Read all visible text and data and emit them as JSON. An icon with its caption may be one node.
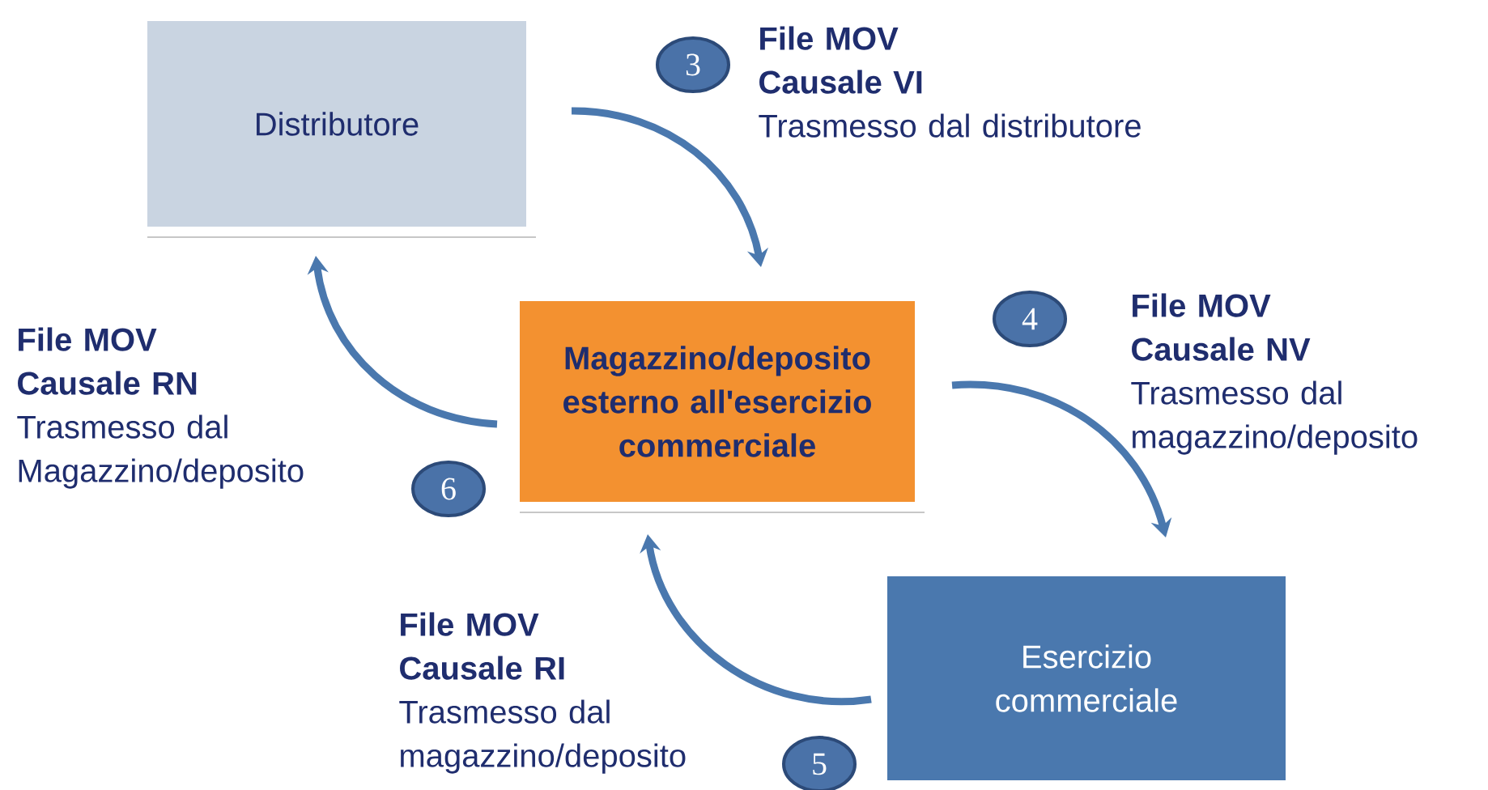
{
  "diagram": {
    "nodes": [
      {
        "text": [
          "Distributore"
        ]
      },
      {
        "text": [
          "Magazzino/deposito esterno all'esercizio commerciale"
        ]
      },
      {
        "text": [
          "Esercizio commerciale"
        ]
      },
      {
        "text": [
          "3"
        ],
        "beside": [
          "File MOV",
          "Causale VI",
          "Trasmesso dal distributore"
        ]
      },
      {
        "text": [
          "4"
        ],
        "beside": [
          "File MOV",
          "Causale NV",
          "Trasmesso dal magazzino/deposito"
        ]
      },
      {
        "text": [
          "6"
        ],
        "beside": [
          "File MOV",
          "Causale RN",
          "Trasmesso dal Magazzino/deposito"
        ]
      },
      {
        "text": [
          "5"
        ],
        "beside": [
          "File MOV",
          "Causale RI",
          "Trasmesso dal magazzino/deposito"
        ]
      }
    ],
    "edges": [
      {
        "from": 0,
        "to": 1,
        "arrow": "to"
      },
      {
        "from": 1,
        "to": 2,
        "arrow": "to"
      },
      {
        "from": 2,
        "to": 1,
        "arrow": "to"
      },
      {
        "from": 1,
        "to": 0,
        "arrow": "to"
      }
    ]
  }
}
